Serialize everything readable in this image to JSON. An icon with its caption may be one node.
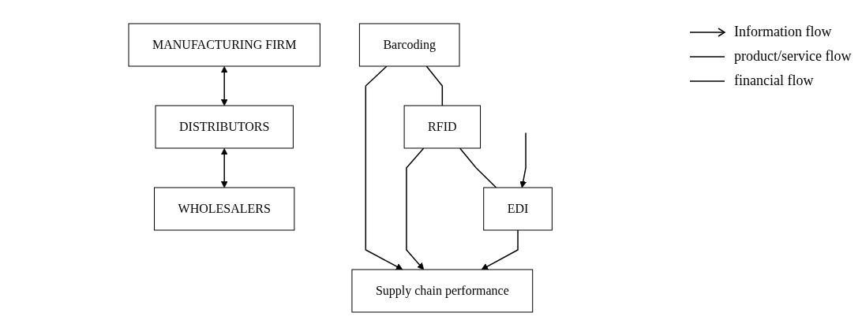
{
  "diagram": {
    "nodes": [
      {
        "text": [
          "MANUFACTURING FIRM"
        ]
      },
      {
        "text": [
          "DISTRIBUTORS"
        ]
      },
      {
        "text": [
          "WHOLESALERS"
        ]
      },
      {
        "text": [
          "Barcoding"
        ]
      },
      {
        "text": [
          "RFID"
        ]
      },
      {
        "text": [
          "EDI"
        ]
      },
      {
        "text": [
          "Supply chain performance"
        ]
      }
    ],
    "edges": [
      {
        "from": 0,
        "to": 1,
        "arrow": "both"
      },
      {
        "from": 1,
        "to": 2,
        "arrow": "both"
      },
      {
        "from": 3,
        "to": 4,
        "arrow": "none"
      },
      {
        "from": 4,
        "to": 5,
        "arrow": "none"
      },
      {
        "from": 3,
        "to": 6,
        "arrow": "to"
      },
      {
        "from": 4,
        "to": 6,
        "arrow": "to"
      },
      {
        "from": 5,
        "to": 6,
        "arrow": "to"
      },
      {
        "from": null,
        "to": 5,
        "arrow": "to"
      }
    ],
    "legend": [
      {
        "text": "Information flow"
      },
      {
        "text": "product/service flow"
      },
      {
        "text": "financial flow"
      }
    ]
  }
}
